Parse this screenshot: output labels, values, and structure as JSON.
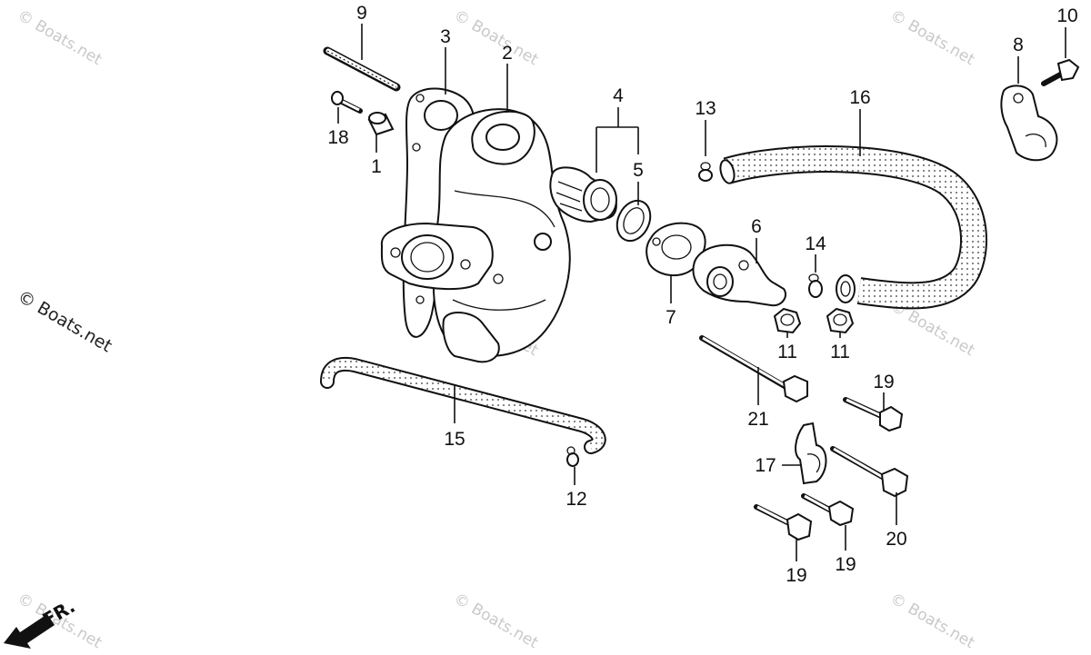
{
  "watermark": "© Boats.net",
  "orientation_label": "FR.",
  "callouts": {
    "n1": "1",
    "n2": "2",
    "n3": "3",
    "n4": "4",
    "n5": "5",
    "n6": "6",
    "n7": "7",
    "n8": "8",
    "n9": "9",
    "n10": "10",
    "n11a": "11",
    "n11b": "11",
    "n12": "12",
    "n13": "13",
    "n14": "14",
    "n15": "15",
    "n16": "16",
    "n17": "17",
    "n18": "18",
    "n19a": "19",
    "n19b": "19",
    "n19c": "19",
    "n20": "20",
    "n21": "21"
  }
}
